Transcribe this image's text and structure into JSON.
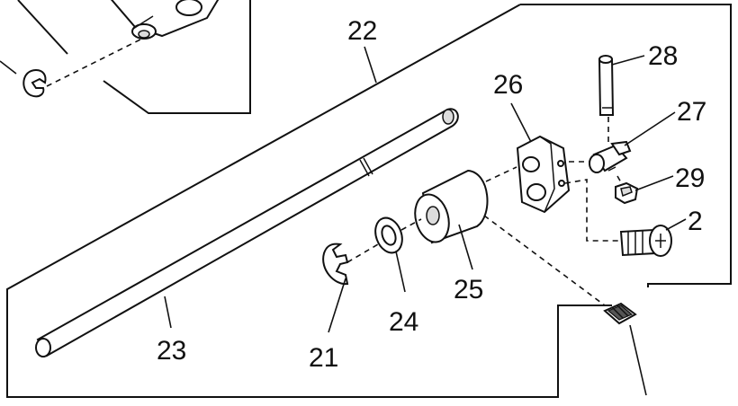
{
  "labels": {
    "p22": "22",
    "p23": "23",
    "p21": "21",
    "p24": "24",
    "p25": "25",
    "p26": "26",
    "p27": "27",
    "p28": "28",
    "p29": "29",
    "p2": "2"
  }
}
